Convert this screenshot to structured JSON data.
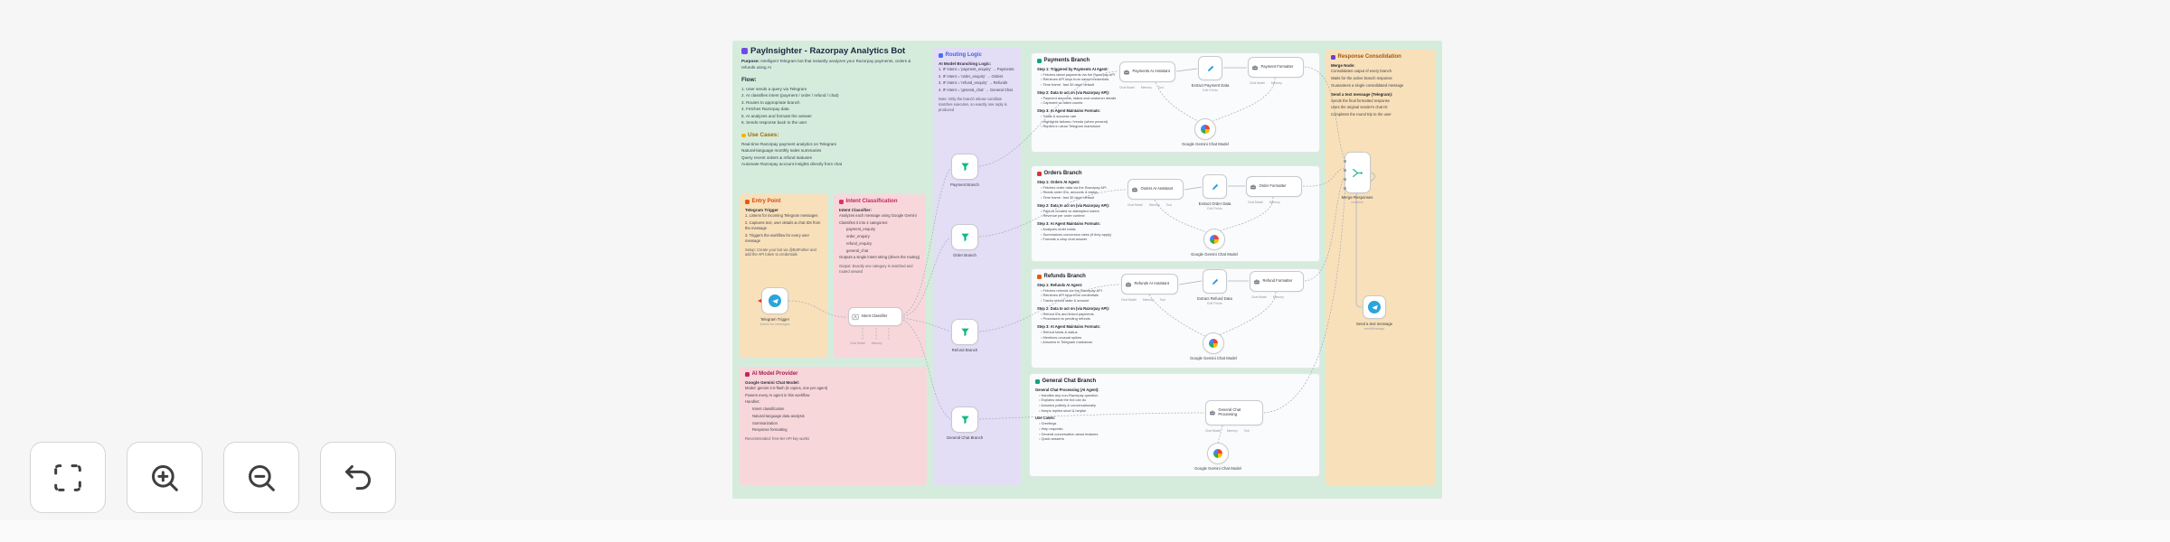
{
  "viewer": {
    "toolbar": {
      "buttons": [
        {
          "name": "fit-view"
        },
        {
          "name": "zoom-in"
        },
        {
          "name": "zoom-out"
        },
        {
          "name": "undo"
        }
      ]
    }
  },
  "colors": {
    "page_bg": "#f6f6f7",
    "canvas_mint": "#d5ecdd",
    "sticky_orange": "#f8e0ba",
    "sticky_pink": "#f8d7db",
    "sticky_purple": "#e3ddf6",
    "card_white": "#fcfcfd",
    "accent_entry": "#d9480f",
    "accent_intent": "#c2255c",
    "accent_routing": "#4263eb",
    "accent_ai_model": "#a61e4d",
    "accent_payments": "#0ca678",
    "accent_orders": "#e03131",
    "accent_refunds": "#e8590c",
    "telegram_blue": "#2aa4dd",
    "node_green": "#12b886"
  },
  "diagram": {
    "overview": {
      "title": "PayInsighter - Razorpay Analytics Bot",
      "purpose_label": "Purpose:",
      "purpose_text": "Intelligent Telegram bot that instantly analyzes your Razorpay payments, orders & refunds using AI",
      "flow_title": "Flow:",
      "flow_steps": [
        "1. User sends a query via Telegram",
        "2. AI classifies intent (payment / order / refund / chat)",
        "3. Routes to appropriate branch",
        "4. Fetches Razorpay data",
        "5. AI analyzes and formats the answer",
        "6. Sends response back to the user"
      ],
      "use_cases_title": "Use Cases:",
      "use_cases": [
        "Real-time Razorpay payment analytics on Telegram",
        "Natural-language monthly sales summaries",
        "Query recent orders & refund statuses",
        "Automate Razorpay account insights directly from chat"
      ]
    },
    "entry_point": {
      "header": "Entry Point",
      "subtitle": "Telegram Trigger",
      "items": [
        "1. Listens for incoming Telegram messages",
        "2. Captures text, user details & chat IDs from the message",
        "3. Triggers the workflow for every user message"
      ],
      "note": "Setup: Create your bot via @BotFather and add the API token to credentials",
      "node": {
        "label": "Telegram Trigger",
        "sublabel": "listens for messages"
      }
    },
    "intent_classification": {
      "header": "Intent Classification",
      "subtitle": "Intent Classifier:",
      "items": [
        "Analyzes each message using Google Gemini",
        "Classifies it into 4 categories:"
      ],
      "categories": [
        "payment_enquiry",
        "order_enquiry",
        "refund_enquiry",
        "general_chat"
      ],
      "tail": "Outputs a single intent string (drives the routing)",
      "note": "Output: Exactly one category is matched and routed onward",
      "node": {
        "label": "Intent Classifier"
      },
      "stubs": [
        "Chat Model",
        "Memory"
      ]
    },
    "ai_model_provider": {
      "header": "AI Model Provider",
      "subtitle": "Google Gemini Chat Model:",
      "items": [
        "Model: gemini-2.0-flash (6 copies, one per agent)",
        "Powers every AI agent in this workflow",
        "Handles:"
      ],
      "handles": [
        "Intent classification",
        "Natural-language data analysis",
        "Summarization",
        "Response formatting"
      ],
      "note": "Recommended: free-tier API key works"
    },
    "routing_logic": {
      "header": "Routing Logic",
      "subtitle": "AI Model Branching Logic:",
      "rules": [
        "1. IF intent = 'payment_enquiry' → Payments",
        "2. IF intent = 'order_enquiry' → Orders",
        "3. IF intent = 'refund_enquiry' → Refunds",
        "4. IF intent = 'general_chat' → General Chat"
      ],
      "note": "Note: Only the branch whose condition matches executes, so exactly one reply is produced",
      "nodes": [
        {
          "label": "Payment Branch"
        },
        {
          "label": "Order Branch"
        },
        {
          "label": "Refund Branch"
        },
        {
          "label": "General Chat Branch"
        }
      ]
    },
    "branches": {
      "payments": {
        "header": "Payments Branch",
        "groups": [
          {
            "title": "Step 1: Triggered by Payments AI Agent:",
            "items": [
              "Fetches latest payments via the Razorpay API",
              "Retrieves API keys from saved credentials",
              "Time frame: 'last 30 days' default"
            ]
          },
          {
            "title": "Step 2: Data to act on (via Razorpay API):",
            "items": [
              "Payment amounts, status and customer details",
              "Captured vs failed counts"
            ]
          },
          {
            "title": "Step 3: AI Agent Maintains Formats:",
            "items": [
              "Totals & success rate",
              "Highlights failures / trends (when present)",
              "Replies in clean Telegram markdown"
            ]
          }
        ],
        "agent1": {
          "label": "Payments AI Assistant"
        },
        "set": {
          "label": "Extract Payment Data",
          "sublabel": "Edit Fields"
        },
        "agent2": {
          "label": "Payment Formatter"
        }
      },
      "orders": {
        "header": "Orders Branch",
        "groups": [
          {
            "title": "Step 1: Orders AI Agent:",
            "items": [
              "Fetches order data via the Razorpay API",
              "Reads order IDs, amounts & status",
              "Time frame: 'last 30 days' default"
            ]
          },
          {
            "title": "Step 2: Data to act on (via Razorpay API):",
            "items": [
              "Paid vs created vs attempted orders",
              "Revenue per order context"
            ]
          },
          {
            "title": "Step 3: AI Agent Maintains Formats:",
            "items": [
              "Analyzes order totals",
              "Summarizes conversion rates (if they apply)",
              "Formats a crisp chat answer"
            ]
          }
        ],
        "agent1": {
          "label": "Orders AI Assistant"
        },
        "set": {
          "label": "Extract Order Data",
          "sublabel": "Edit Fields"
        },
        "agent2": {
          "label": "Order Formatter"
        }
      },
      "refunds": {
        "header": "Refunds Branch",
        "groups": [
          {
            "title": "Step 1: Refunds AI Agent:",
            "items": [
              "Fetches refunds via the Razorpay API",
              "Retrieves API keys from credentials",
              "Tracks refund state & amount"
            ]
          },
          {
            "title": "Step 2: Data to act on (via Razorpay API):",
            "items": [
              "Refund IDs and linked payments",
              "Processed vs pending refunds"
            ]
          },
          {
            "title": "Step 3: AI Agent Maintains Formats:",
            "items": [
              "Refund totals & status",
              "Mentions unusual spikes",
              "Answers in Telegram markdown"
            ]
          }
        ],
        "agent1": {
          "label": "Refunds AI Assistant"
        },
        "set": {
          "label": "Extract Refund Data",
          "sublabel": "Edit Fields"
        },
        "agent2": {
          "label": "Refund Formatter"
        }
      },
      "general_chat": {
        "header": "General Chat Branch",
        "groups": [
          {
            "title": "General Chat Processing (AI Agent):",
            "items": [
              "Handles any non-Razorpay question",
              "Explains what the bot can do",
              "Answers politely & conversationally",
              "Keeps replies short & helpful"
            ]
          },
          {
            "title": "Use Cases:",
            "items": [
              "Greetings",
              "Help requests",
              "General conversation about features",
              "Quick answers"
            ]
          }
        ],
        "agent": {
          "label": "General Chat Processing"
        }
      }
    },
    "response_consolidation": {
      "header": "Response Consolidation",
      "groups": [
        {
          "title": "Merge Node:",
          "items": [
            "Consolidates output of every branch",
            "Waits for the active branch response",
            "Guarantees a single consolidated message"
          ]
        },
        {
          "title": "Send a text message (Telegram):",
          "items": [
            "Sends the final formatted response",
            "Uses the original sender's chat ID",
            "Completes the round trip to the user"
          ]
        }
      ],
      "merge_node": {
        "label": "Merge Responses",
        "sublabel": "combine"
      },
      "send_node": {
        "label": "Send a text message",
        "sublabel": "sendMessage"
      }
    },
    "shared": {
      "gemini_model_label": "Google Gemini Chat Model",
      "agent_stubs": [
        "Chat Model",
        "Memory",
        "Tool"
      ]
    }
  }
}
